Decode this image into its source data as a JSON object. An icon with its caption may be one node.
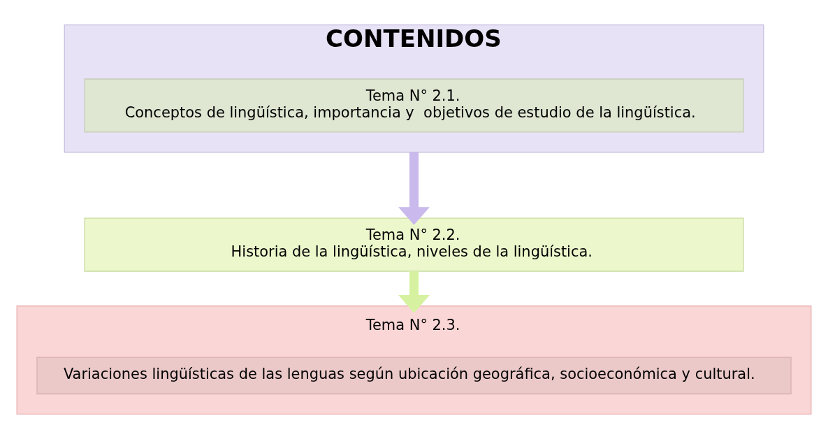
{
  "diagram": {
    "nodes": [
      {
        "text": [
          "CONTENIDOS"
        ]
      },
      {
        "text": [
          "Tema N° 2.1.",
          "Conceptos de lingüística, importancia y  objetivos de estudio de la lingüística."
        ],
        "in": 0
      },
      {
        "text": [
          "Tema N° 2.2.",
          "Historia de la lingüística, niveles de la lingüística."
        ]
      },
      {
        "text": [
          "Tema N° 2.3."
        ]
      },
      {
        "text": [
          "Variaciones lingüísticas de las lenguas según ubicación geográfica, socioeconómica y cultural."
        ],
        "in": 3
      }
    ],
    "edges": [
      {
        "from": 0,
        "to": 2,
        "arrow": "to",
        "color": "#c9b9ec"
      },
      {
        "from": 2,
        "to": 3,
        "arrow": "to",
        "color": "#d6f2a0"
      }
    ]
  }
}
